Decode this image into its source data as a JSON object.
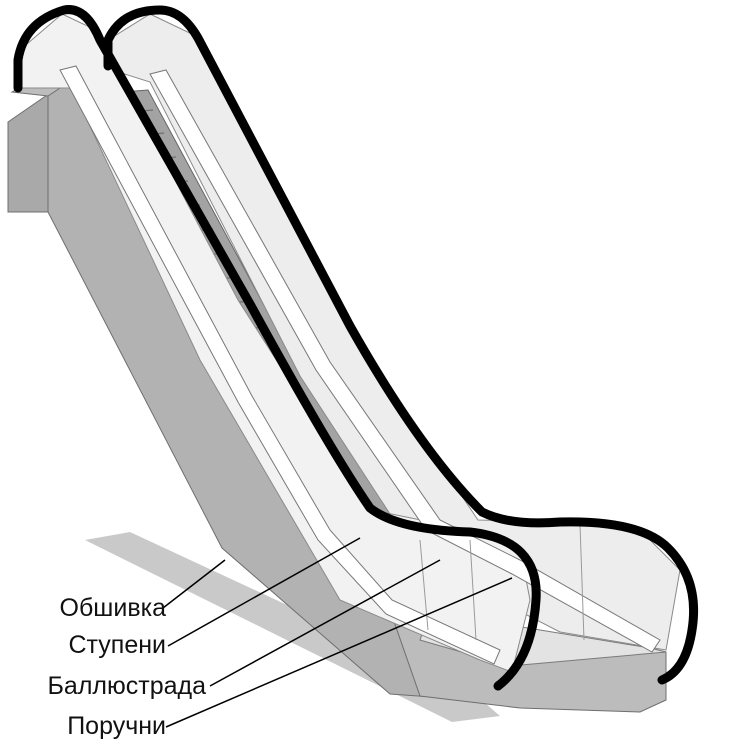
{
  "labels": [
    {
      "id": "cladding",
      "text": "Обшивка"
    },
    {
      "id": "steps",
      "text": "Ступени"
    },
    {
      "id": "balustrade",
      "text": "Баллюстрада"
    },
    {
      "id": "handrails",
      "text": "Поручни"
    }
  ],
  "colors": {
    "background": "#ffffff",
    "handrail": "#000000",
    "truss": "#b2b2b2",
    "shadow": "#c9c9c9",
    "glass": "#ededed",
    "steps": "#a3a3a3",
    "label_text": "#111111"
  }
}
